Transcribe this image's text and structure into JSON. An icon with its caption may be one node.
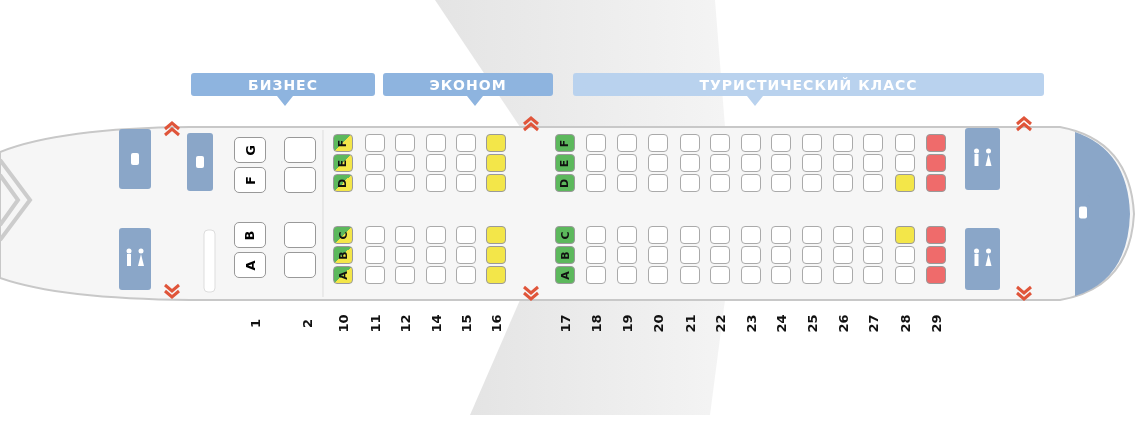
{
  "diagram": {
    "nodes": [
      {
        "text": [
          "БИЗНЕС"
        ]
      },
      {
        "text": [
          "ЭКОНОМ"
        ]
      },
      {
        "text": [
          "ТУРИСТИЧЕСКИЙ КЛАСС"
        ]
      }
    ],
    "labels": [
      "G",
      "F",
      "B",
      "A",
      "F",
      "E",
      "D",
      "C",
      "B",
      "A",
      "F",
      "E",
      "D",
      "C",
      "B",
      "A",
      "1",
      "2",
      "10",
      "11",
      "12",
      "14",
      "15",
      "16",
      "17",
      "18",
      "19",
      "20",
      "21",
      "22",
      "23",
      "24",
      "25",
      "26",
      "27",
      "28",
      "29"
    ]
  }
}
